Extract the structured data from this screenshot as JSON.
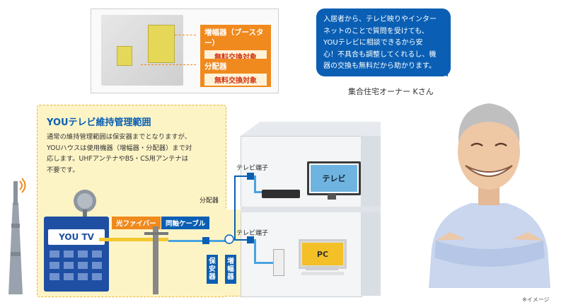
{
  "top_photo": {
    "tag_booster_title": "増幅器（ブースター）",
    "tag_booster_sub": "無料交換対象",
    "tag_splitter_title": "分配器",
    "tag_splitter_sub": "無料交換対象"
  },
  "testimonial": {
    "bubble_lines": [
      "入居者から、テレビ映りやインター",
      "ネットのことで質問を受けても、",
      "YOUテレビに相談できるから安",
      "心！不具合も調整してくれるし、機",
      "器の交換も無料だから助かります。"
    ],
    "caption": "集合住宅オーナー Kさん"
  },
  "scope": {
    "title": "YOUテレビ維持管理範囲",
    "body_lines": [
      "通常の維持管理範囲は保安器までとなりますが、",
      "YOUハウスは使用機器（増幅器・分配器）まで対",
      "応します。UHFアンテナやBS・CS用アンテナは",
      "不要です。"
    ]
  },
  "diagram": {
    "cable_fiber": "光ファイバー",
    "cable_coax": "同軸ケーブル",
    "splitter_label": "分配器",
    "terminal_top": "テレビ端子",
    "terminal_bottom": "テレビ端子",
    "tv_label": "テレビ",
    "pc_label": "PC",
    "protector_vertical": [
      "保",
      "安",
      "器"
    ],
    "amplifier_vertical": [
      "増",
      "幅",
      "器"
    ],
    "you_logo": "YOU TV"
  },
  "note": "※イメージ",
  "colors": {
    "brand_blue": "#0a5fb4",
    "accent_orange": "#f08a1e",
    "scope_fill": "#fdf4c6",
    "fiber_yellow": "#f3c730",
    "coax_blue": "#4aa3e0"
  }
}
